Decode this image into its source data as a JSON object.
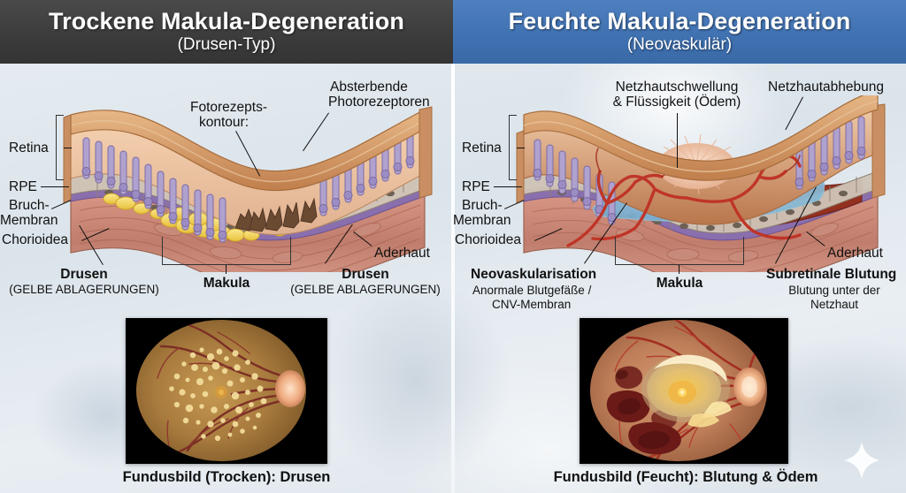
{
  "panels": {
    "left": {
      "header": {
        "title": "Trockene Makula-Degeneration",
        "subtitle": "(Drusen-Typ)",
        "bg_color": "#3c3c3c"
      },
      "anatomy_labels": {
        "retina": "Retina",
        "rpe": "RPE",
        "bruch_line1": "Bruch-",
        "bruch_line2": "Membran",
        "choroid": "Chorioidea",
        "aderhaut": "Aderhaut",
        "makula": "Makula"
      },
      "callouts": {
        "contour_line1": "Fotorezepts-",
        "contour_line2": "kontour:",
        "dying_line1": "Absterbende",
        "dying_line2": "Photorezeptoren",
        "drusen_left_title": "Drusen",
        "drusen_left_sub": "(GELBE ABLAGERUNGEN)",
        "drusen_right_title": "Drusen",
        "drusen_right_sub": "(GELBE ABLAGERUNGEN)"
      },
      "fundus_caption": "Fundusbild (Trocken): Drusen"
    },
    "right": {
      "header": {
        "title": "Feuchte Makula-Degeneration",
        "subtitle": "(Neovaskulär)",
        "bg_color": "#4072b2"
      },
      "anatomy_labels": {
        "retina": "Retina",
        "rpe": "RPE",
        "bruch_line1": "Bruch-",
        "bruch_line2": "Membran",
        "choroid": "Chorioidea",
        "aderhaut": "Aderhaut",
        "makula": "Makula"
      },
      "callouts": {
        "edema_line1": "Netzhautschwellung",
        "edema_line2": "& Flüssigkeit (Ödem)",
        "detachment": "Netzhautabhebung",
        "cnv_title": "Neovaskularisation",
        "cnv_sub1": "Anormale Blutgefäße /",
        "cnv_sub2": "CNV-Membran",
        "hemorrhage_title": "Subretinale Blutung",
        "hemorrhage_sub1": "Blutung unter der",
        "hemorrhage_sub2": "Netzhaut"
      },
      "fundus_caption": "Fundusbild (Feucht): Blutung & Ödem"
    }
  },
  "watermark": {
    "icon": "sparkle-icon"
  },
  "colors": {
    "header_dark": "#3c3c3c",
    "header_blue": "#4072b2",
    "retina_tan": "#d89a63",
    "photoreceptor_purple": "#a99cc8",
    "rpe_gray": "#cfc3b6",
    "bruch_purple": "#8a6fae",
    "choroid_salmon": "#cf8d7d",
    "drusen_yellow": "#f2d24e",
    "edema_blue": "#7fb4d4",
    "vessel_red": "#c0342b",
    "hemorrhage_dark": "#8f2d22"
  }
}
